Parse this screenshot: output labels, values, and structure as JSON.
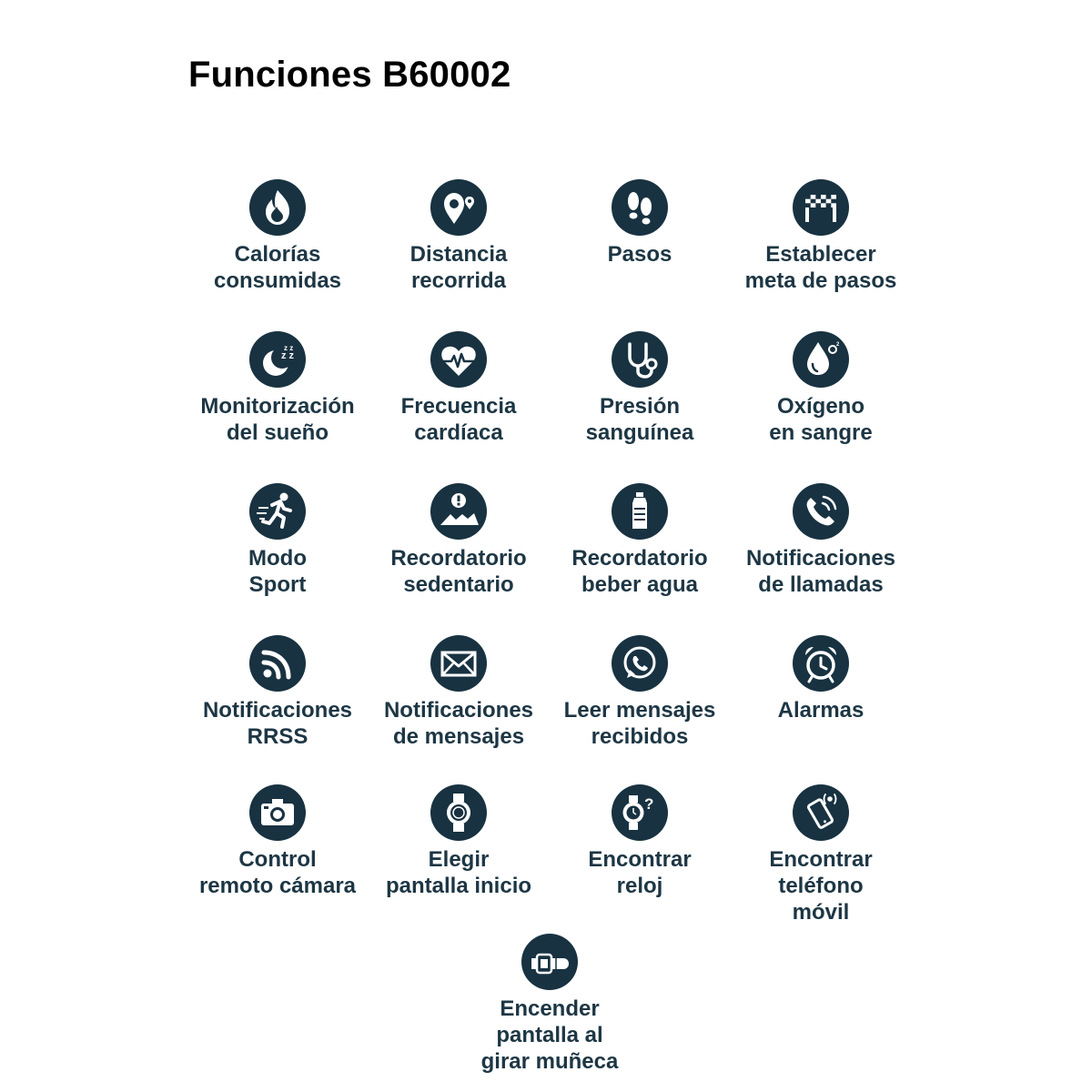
{
  "page": {
    "title": "Funciones B60002",
    "title_color": "#000000",
    "icon_color": "#183241",
    "label_color": "#1d3644"
  },
  "features": [
    {
      "icon": "flame-icon",
      "lines": [
        "Calorías",
        "consumidas"
      ]
    },
    {
      "icon": "map-pin-icon",
      "lines": [
        "Distancia",
        "recorrida"
      ]
    },
    {
      "icon": "footprints-icon",
      "lines": [
        "Pasos"
      ]
    },
    {
      "icon": "checkered-flag-icon",
      "lines": [
        "Establecer",
        "meta de pasos"
      ]
    },
    {
      "icon": "moon-sleep-icon",
      "lines": [
        "Monitorización",
        "del sueño"
      ]
    },
    {
      "icon": "heart-pulse-icon",
      "lines": [
        "Frecuencia",
        "cardíaca"
      ]
    },
    {
      "icon": "stethoscope-icon",
      "lines": [
        "Presión",
        "sanguínea"
      ]
    },
    {
      "icon": "oxygen-drop-icon",
      "lines": [
        "Oxígeno",
        "en sangre"
      ]
    },
    {
      "icon": "running-man-icon",
      "lines": [
        "Modo",
        "Sport"
      ]
    },
    {
      "icon": "sedentary-alert-icon",
      "lines": [
        "Recordatorio",
        "sedentario"
      ]
    },
    {
      "icon": "water-bottle-icon",
      "lines": [
        "Recordatorio",
        "beber agua"
      ]
    },
    {
      "icon": "phone-call-icon",
      "lines": [
        "Notificaciones",
        "de llamadas"
      ]
    },
    {
      "icon": "rss-icon",
      "lines": [
        "Notificaciones",
        "RRSS"
      ]
    },
    {
      "icon": "envelope-icon",
      "lines": [
        "Notificaciones",
        "de mensajes"
      ]
    },
    {
      "icon": "whatsapp-icon",
      "lines": [
        "Leer mensajes",
        "recibidos"
      ]
    },
    {
      "icon": "alarm-clock-icon",
      "lines": [
        "Alarmas"
      ]
    },
    {
      "icon": "camera-icon",
      "lines": [
        "Control",
        "remoto cámara"
      ]
    },
    {
      "icon": "watch-face-icon",
      "lines": [
        "Elegir",
        "pantalla inicio"
      ]
    },
    {
      "icon": "find-watch-icon",
      "lines": [
        "Encontrar",
        "reloj"
      ]
    },
    {
      "icon": "find-phone-icon",
      "lines": [
        "Encontrar",
        "teléfono",
        "móvil"
      ]
    },
    {
      "icon": "wrist-raise-icon",
      "lines": [
        "Encender",
        "pantalla al",
        "girar muñeca"
      ]
    }
  ]
}
